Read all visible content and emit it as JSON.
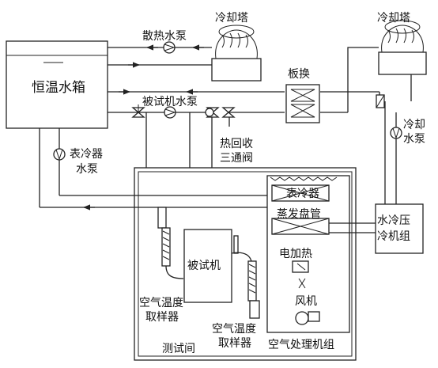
{
  "labels": {
    "tank": "恒温水箱",
    "cooling_tower_left": "冷却塔",
    "cooling_tower_right": "冷却塔",
    "heat_pump": "散热水泵",
    "plate_hx": "板换",
    "test_pump": "被试机水泵",
    "cooler_pump_line1": "表冷器",
    "cooler_pump_line2": "水泵",
    "recovery_valve_line1": "热回收",
    "recovery_valve_line2": "三通阀",
    "cooling_pump_line1": "冷却",
    "cooling_pump_line2": "水泵",
    "surface_cooler": "表冷器",
    "evaporator": "蒸发盘管",
    "electric_heater": "电加热",
    "fan": "风机",
    "chiller_line1": "水冷压",
    "chiller_line2": "冷机组",
    "unit_under_test": "被试机",
    "air_sampler_left_line1": "空气温度",
    "air_sampler_left_line2": "取样器",
    "air_sampler_right_line1": "空气温度",
    "air_sampler_right_line2": "取样器",
    "test_room": "测试间",
    "ahu": "空气处理机组"
  }
}
